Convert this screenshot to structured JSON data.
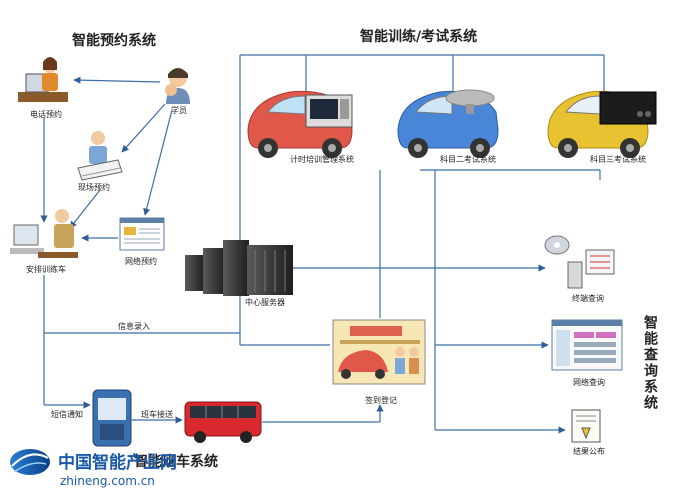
{
  "titles": {
    "booking_system": "智能预约系统",
    "training_system": "智能训练/考试系统",
    "query_system": "智能查询系统",
    "bus_system": "智能班车系统"
  },
  "labels": {
    "phone_booking": "电话预约",
    "student": "学员",
    "onsite_booking": "现场预约",
    "web_booking": "网络预约",
    "schedule_car": "安排训练车",
    "info_entry": "信息录入",
    "central_server": "中心服务器",
    "timer_system": "计时培训管理系统",
    "subject2_system": "科目二考试系统",
    "subject3_system": "科目三考试系统",
    "terminal_query": "终端查询",
    "web_query": "网络查询",
    "result_publish": "结果公布",
    "checkin": "签到登记",
    "sms_notice": "短信通知",
    "bus_pickup": "班车接送"
  },
  "watermark": {
    "cn": "中国智能产业网",
    "url": "zhineng.com.cn"
  },
  "colors": {
    "line": "#3b6fa6",
    "arrow": "#2f5f95",
    "car_red": "#e0584a",
    "car_blue": "#4a86d8",
    "car_yellow": "#e8c230",
    "server": "#3a3a3a",
    "bus_red": "#d8292f",
    "wm_blue": "#1a5aa8"
  }
}
